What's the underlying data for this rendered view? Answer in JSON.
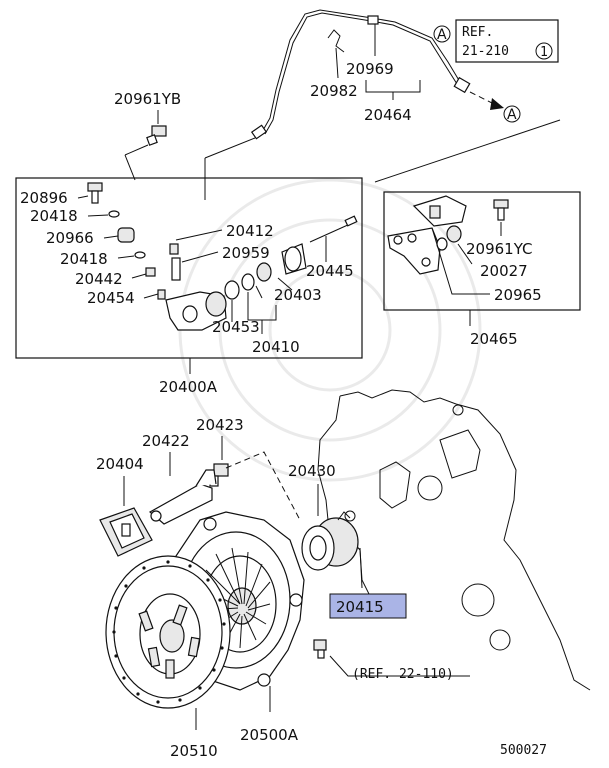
{
  "labels": {
    "p20961yb": "20961YB",
    "p20969": "20969",
    "p20982": "20982",
    "p20464": "20464",
    "p20896": "20896",
    "p20418a": "20418",
    "p20966": "20966",
    "p20418b": "20418",
    "p20442": "20442",
    "p20454": "20454",
    "p20412": "20412",
    "p20959": "20959",
    "p20445": "20445",
    "p20403": "20403",
    "p20453": "20453",
    "p20410": "20410",
    "p20400a": "20400A",
    "p20961yc": "20961YC",
    "p20027": "20027",
    "p20965": "20965",
    "p20465": "20465",
    "p20423": "20423",
    "p20422": "20422",
    "p20404": "20404",
    "p20430": "20430",
    "p20415": "20415",
    "p20510": "20510",
    "p20500a": "20500A"
  },
  "ref_box": {
    "marker": "A",
    "line1": "REF.",
    "line2": "21-210",
    "circled": "1"
  },
  "arrow_marker": "A",
  "ref_note": "(REF. 22-110)",
  "diagram_code": "500027",
  "colors": {
    "highlight": "#aab4e6",
    "ink": "#111111"
  }
}
